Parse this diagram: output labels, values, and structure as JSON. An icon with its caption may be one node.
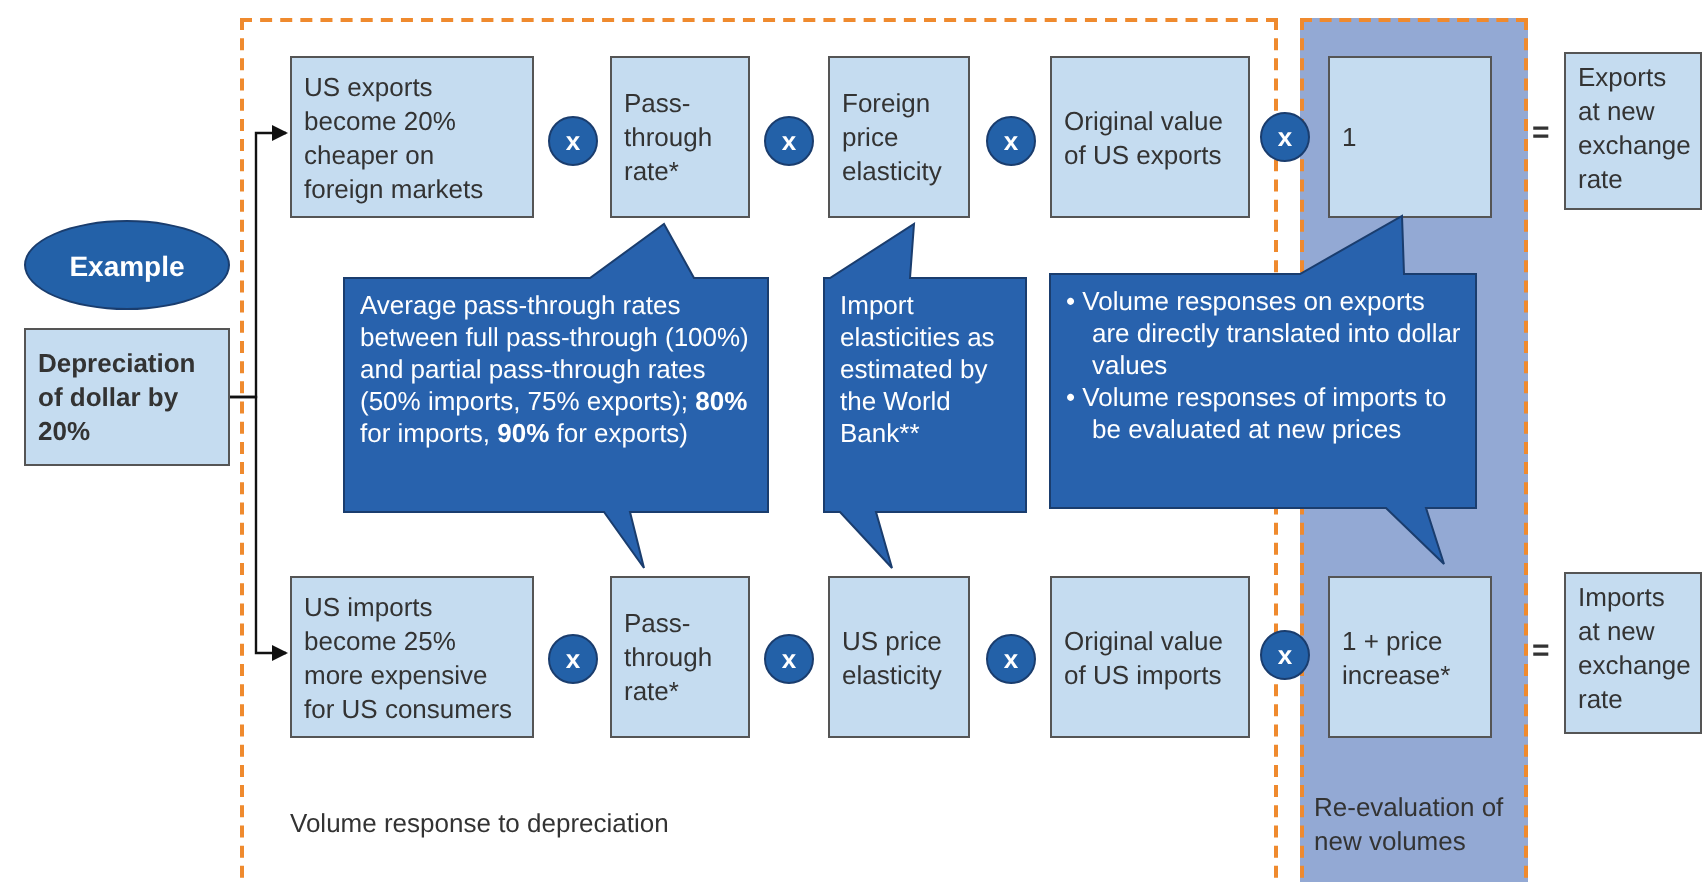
{
  "diagram": {
    "nodes": [
      {
        "text": [
          "Example"
        ]
      },
      {
        "text": [
          "Depreciation of dollar by 20%"
        ]
      },
      {
        "text": [
          "Volume response to depreciation"
        ]
      },
      {
        "text": [
          "Re-evaluation of new volumes"
        ]
      },
      {
        "text": [
          "US exports become 20% cheaper on foreign markets"
        ],
        "in": 2
      },
      {
        "text": [
          "x"
        ],
        "in": 2
      },
      {
        "text": [
          "Pass-through rate*"
        ],
        "in": 2
      },
      {
        "text": [
          "x"
        ],
        "in": 2
      },
      {
        "text": [
          "Foreign price elasticity"
        ],
        "in": 2
      },
      {
        "text": [
          "x"
        ],
        "in": 2
      },
      {
        "text": [
          "Original value of US exports"
        ],
        "in": 2
      },
      {
        "text": [
          "x"
        ]
      },
      {
        "text": [
          "1"
        ],
        "in": 3
      },
      {
        "text": [
          "Exports at new exchange rate"
        ]
      },
      {
        "text": [
          "Average pass-through rates between full pass-through (100%) and partial pass-through rates (50% imports, 75% exports); **80%** for imports, **90%** for exports)"
        ],
        "in": 2
      },
      {
        "text": [
          "Import elasticities as estimated by the World Bank**"
        ],
        "in": 2
      },
      {
        "text": [
          "• Volume responses on exports are directly translated into dollar values",
          "• Volume responses of imports to be evaluated at new prices"
        ]
      },
      {
        "text": [
          "US imports become 25% more expensive for US consumers"
        ],
        "in": 2
      },
      {
        "text": [
          "x"
        ],
        "in": 2
      },
      {
        "text": [
          "Pass-through rate*"
        ],
        "in": 2
      },
      {
        "text": [
          "x"
        ],
        "in": 2
      },
      {
        "text": [
          "US price elasticity"
        ],
        "in": 2
      },
      {
        "text": [
          "x"
        ],
        "in": 2
      },
      {
        "text": [
          "Original value of US imports"
        ],
        "in": 2
      },
      {
        "text": [
          "x"
        ]
      },
      {
        "text": [
          "1 + price increase*"
        ],
        "in": 3
      },
      {
        "text": [
          "Imports at new exchange rate"
        ]
      }
    ],
    "edges": [
      {
        "from": 1,
        "to": 4,
        "arrow": "to"
      },
      {
        "from": 1,
        "to": 17,
        "arrow": "to"
      }
    ],
    "labels": [
      "=",
      "="
    ]
  }
}
